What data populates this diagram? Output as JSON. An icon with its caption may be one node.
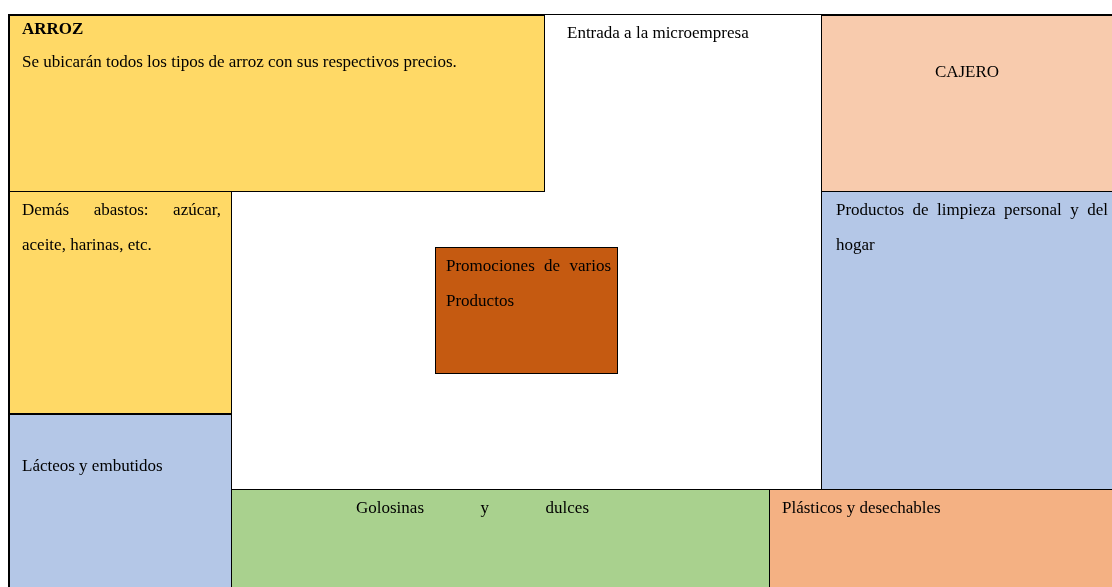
{
  "diagram": {
    "nodes": [
      {
        "text": [
          "ARROZ",
          "Se ubicarán todos los tipos de arroz con sus respectivos precios."
        ]
      },
      {
        "text": [
          "Entrada a la microempresa"
        ]
      },
      {
        "text": [
          "CAJERO"
        ]
      },
      {
        "text": [
          "Demás abastos: azúcar, aceite, harinas, etc."
        ]
      },
      {
        "text": [
          "Promociones de varios Productos"
        ]
      },
      {
        "text": [
          "Productos de limpieza personal y del hogar"
        ]
      },
      {
        "text": [
          "Lácteos y embutidos"
        ]
      },
      {
        "text": [
          "Golosinas y dulces"
        ]
      },
      {
        "text": [
          "Plásticos y desechables"
        ]
      }
    ]
  }
}
